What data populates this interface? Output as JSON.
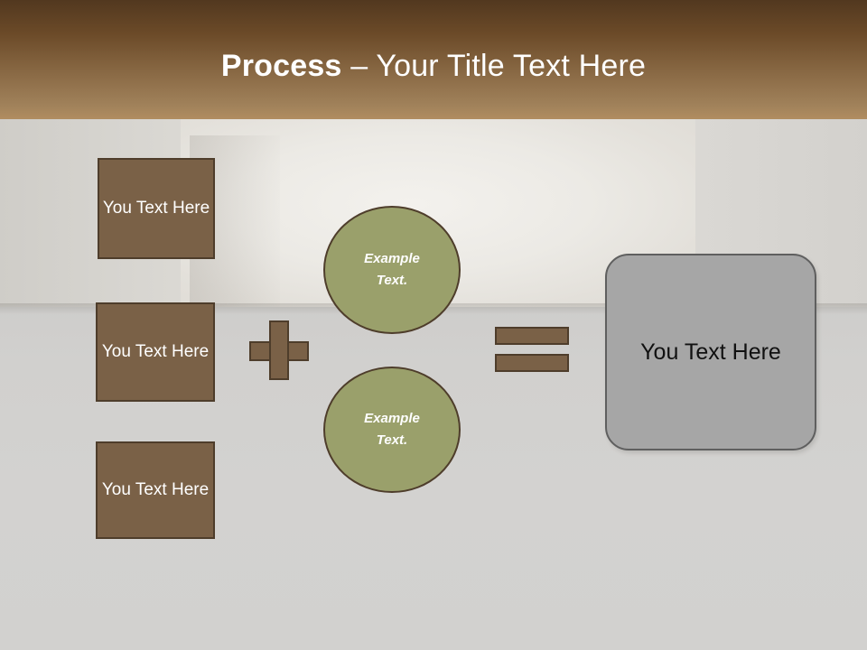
{
  "slide": {
    "title_bold": "Process",
    "title_rest": " – Your Title Text Here"
  },
  "inputs": [
    {
      "label": "You Text Here"
    },
    {
      "label": "You Text Here"
    },
    {
      "label": "You Text Here"
    }
  ],
  "operators": {
    "plus": "+",
    "equals": "="
  },
  "circles": [
    {
      "line1": "Example",
      "line2": "Text."
    },
    {
      "line1": "Example",
      "line2": "Text."
    }
  ],
  "result": {
    "label": "You Text Here"
  },
  "colors": {
    "header_dark": "#52381f",
    "header_light": "#b08d60",
    "brown_fill": "#7a6147",
    "brown_outline": "#4e3d2b",
    "olive_fill": "#9aa06b",
    "grey_fill": "#a6a6a6",
    "grey_outline": "#5f5f5f",
    "background": "#d4d3d1"
  }
}
